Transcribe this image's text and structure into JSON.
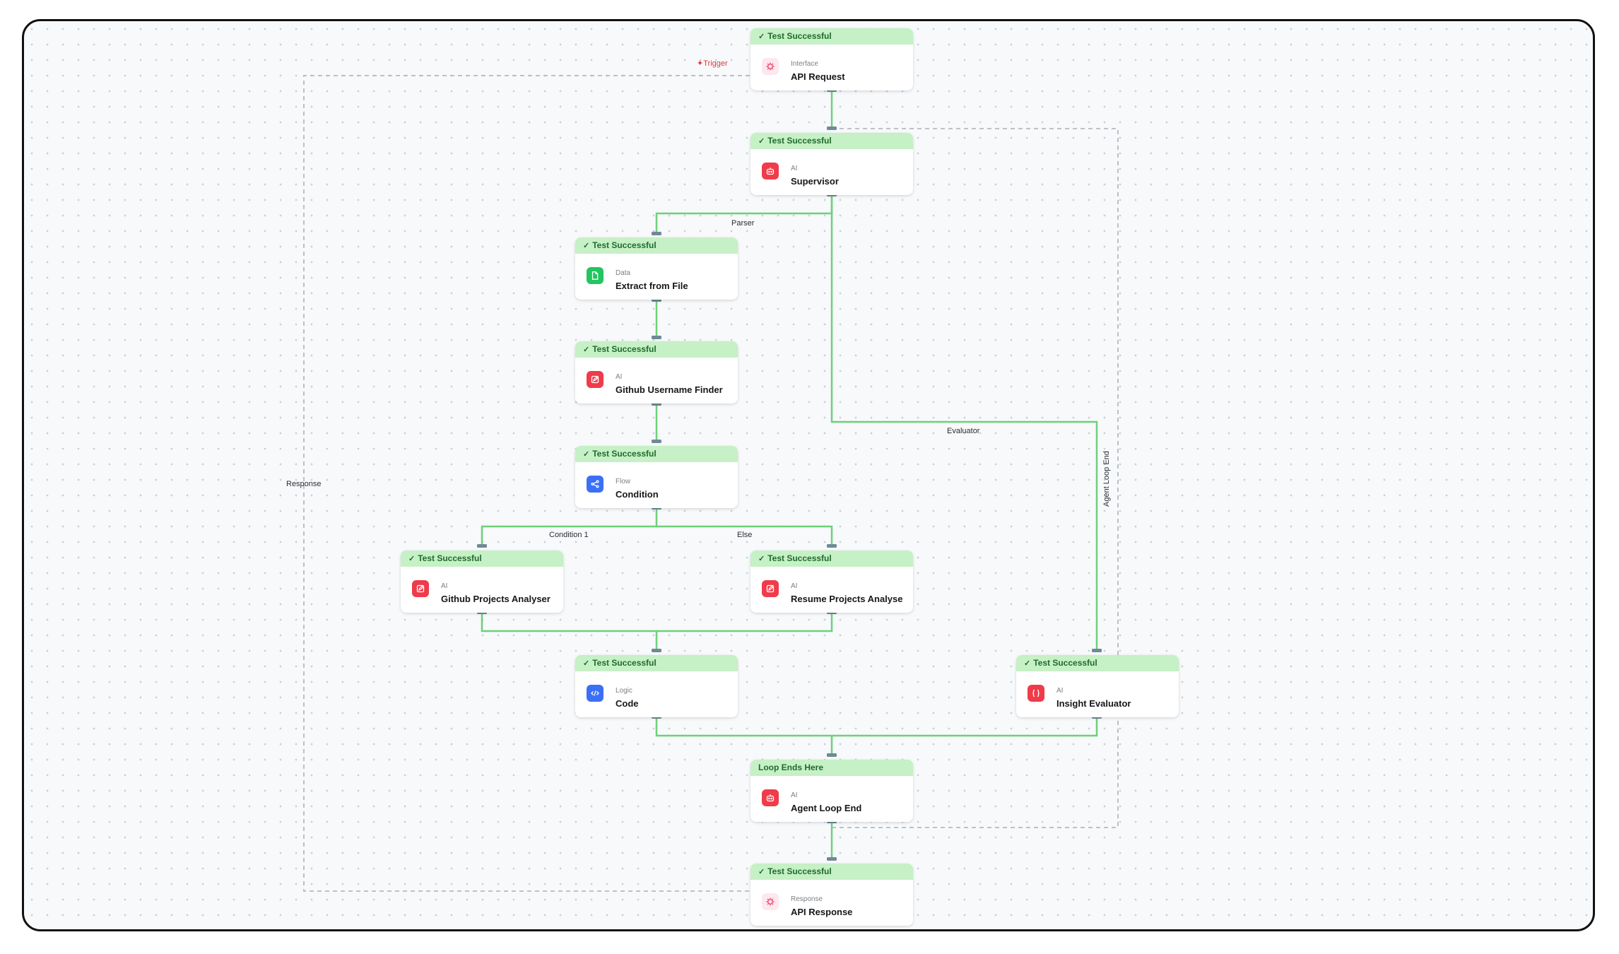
{
  "nodes": {
    "api_request": {
      "status": "Test Successful",
      "category": "Interface",
      "title": "API Request",
      "icon": "webhook-icon"
    },
    "supervisor": {
      "status": "Test Successful",
      "category": "AI",
      "title": "Supervisor",
      "icon": "robot-icon"
    },
    "extract_from_file": {
      "status": "Test Successful",
      "category": "Data",
      "title": "Extract from File",
      "icon": "file-icon"
    },
    "github_username_finder": {
      "status": "Test Successful",
      "category": "AI",
      "title": "Github Username Finder",
      "icon": "edit-document-icon"
    },
    "condition": {
      "status": "Test Successful",
      "category": "Flow",
      "title": "Condition",
      "icon": "branch-icon"
    },
    "github_projects_analyser": {
      "status": "Test Successful",
      "category": "AI",
      "title": "Github Projects Analyser",
      "icon": "edit-document-icon"
    },
    "resume_projects_analyse": {
      "status": "Test Successful",
      "category": "AI",
      "title": "Resume Projects Analyse",
      "icon": "edit-document-icon"
    },
    "code": {
      "status": "Test Successful",
      "category": "Logic",
      "title": "Code",
      "icon": "code-icon"
    },
    "insight_evaluator": {
      "status": "Test Successful",
      "category": "AI",
      "title": "Insight Evaluator",
      "icon": "braces-icon"
    },
    "agent_loop_end": {
      "status": "Loop Ends Here",
      "category": "AI",
      "title": "Agent Loop End",
      "icon": "robot-icon"
    },
    "api_response": {
      "status": "Test Successful",
      "category": "Response",
      "title": "API Response",
      "icon": "webhook-icon"
    }
  },
  "edge_labels": {
    "trigger": "Trigger",
    "parser": "Parser",
    "evaluator": "Evaluator",
    "agent_loop_end": "Agent Loop End",
    "response": "Response",
    "condition_1": "Condition 1",
    "else": "Else"
  },
  "colors": {
    "connector": "#6fd07a",
    "dashed": "#b5bac1",
    "status_bg": "#c6f0c6",
    "status_text": "#1f6b2a",
    "ai_icon": "#ef3b4a",
    "trigger_text": "#e5333f"
  }
}
